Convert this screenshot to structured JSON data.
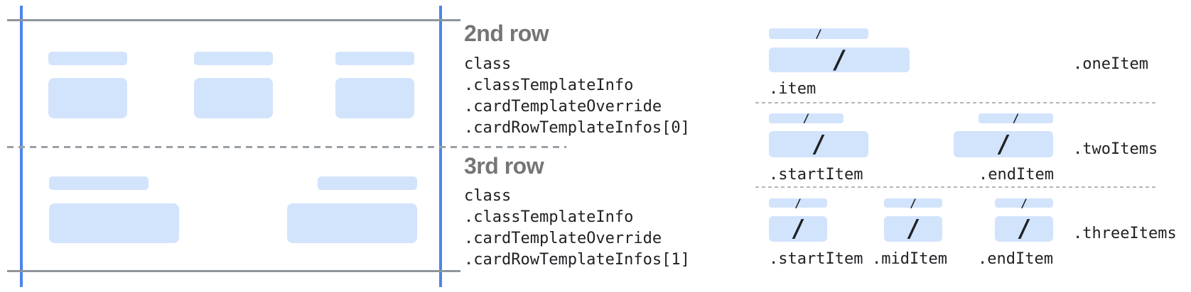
{
  "colors": {
    "guide-blue": "#4c84ec",
    "guide-gray": "#8f959a",
    "dash-gray": "#9aa0a6",
    "dot-gray": "#b2b6bc",
    "fill-blue": "#d2e3fc",
    "heading-gray": "#757575",
    "code-dark": "#202124"
  },
  "slash": "/",
  "row_sections": [
    {
      "heading": "2nd row",
      "lines": [
        "class",
        ".classTemplateInfo",
        ".cardTemplateOverride",
        ".cardRowTemplateInfos[0]"
      ]
    },
    {
      "heading": "3rd row",
      "lines": [
        "class",
        ".classTemplateInfo",
        ".cardTemplateOverride",
        ".cardRowTemplateInfos[1]"
      ]
    }
  ],
  "item_layouts": [
    {
      "label": ".oneItem",
      "item_labels": [
        ".item"
      ]
    },
    {
      "label": ".twoItems",
      "item_labels": [
        ".startItem",
        ".endItem"
      ]
    },
    {
      "label": ".threeItems",
      "item_labels": [
        ".startItem",
        ".midItem",
        ".endItem"
      ]
    }
  ]
}
